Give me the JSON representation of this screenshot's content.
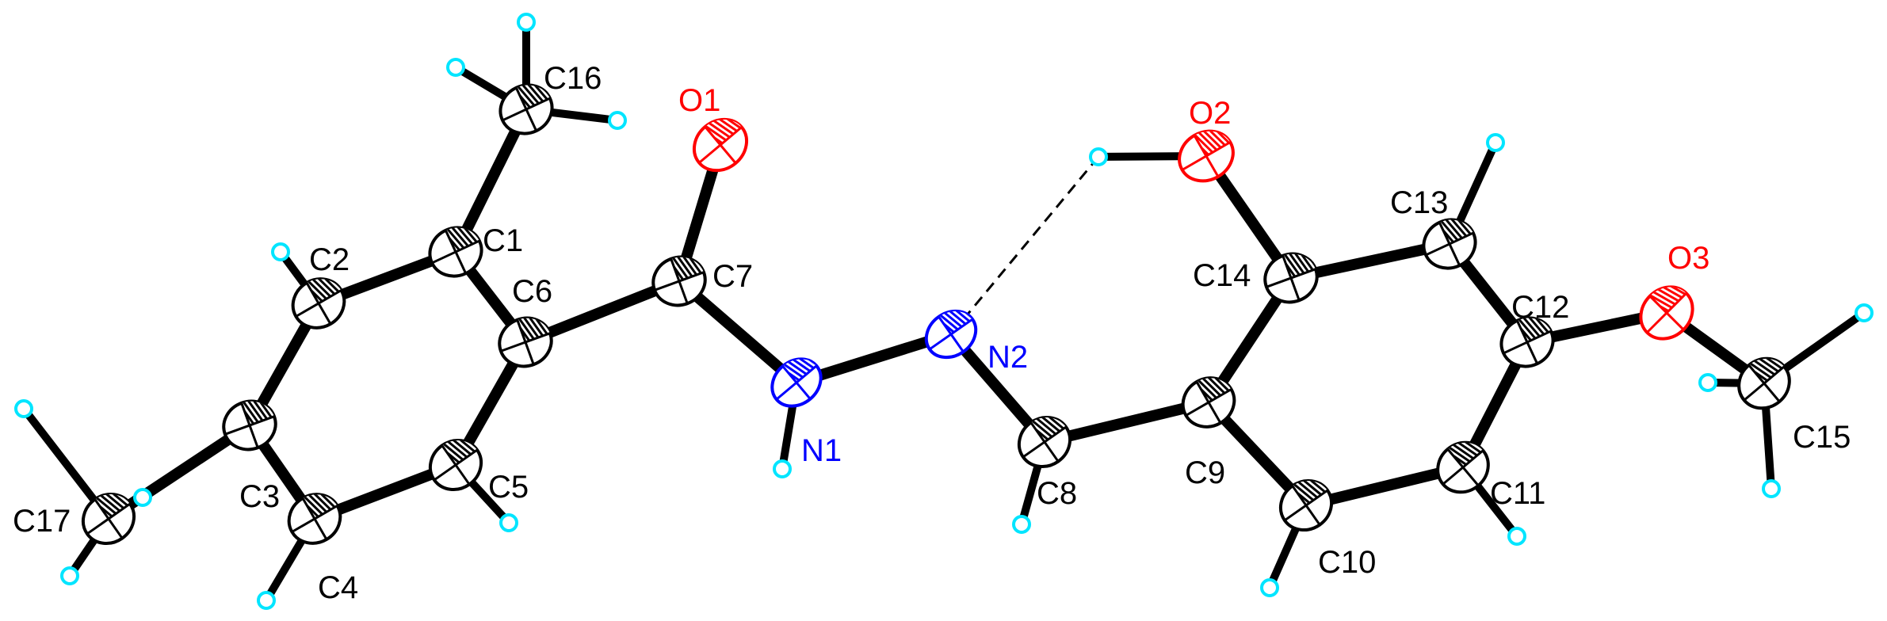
{
  "colors": {
    "carbon_outline": "#000000",
    "carbon_fill": "#ffffff",
    "oxygen": "#ff0000",
    "nitrogen": "#0000ff",
    "hydrogen_outline": "#00e5ff",
    "bond": "#000000",
    "label_default": "#000000",
    "label_oxygen": "#ff0000",
    "label_nitrogen": "#0000ff"
  },
  "atoms": [
    {
      "id": "C1",
      "element": "C",
      "label": "C1"
    },
    {
      "id": "C2",
      "element": "C",
      "label": "C2"
    },
    {
      "id": "C3",
      "element": "C",
      "label": "C3"
    },
    {
      "id": "C4",
      "element": "C",
      "label": "C4"
    },
    {
      "id": "C5",
      "element": "C",
      "label": "C5"
    },
    {
      "id": "C6",
      "element": "C",
      "label": "C6"
    },
    {
      "id": "C7",
      "element": "C",
      "label": "C7"
    },
    {
      "id": "C8",
      "element": "C",
      "label": "C8"
    },
    {
      "id": "C9",
      "element": "C",
      "label": "C9"
    },
    {
      "id": "C10",
      "element": "C",
      "label": "C10"
    },
    {
      "id": "C11",
      "element": "C",
      "label": "C11"
    },
    {
      "id": "C12",
      "element": "C",
      "label": "C12"
    },
    {
      "id": "C13",
      "element": "C",
      "label": "C13"
    },
    {
      "id": "C14",
      "element": "C",
      "label": "C14"
    },
    {
      "id": "C15",
      "element": "C",
      "label": "C15"
    },
    {
      "id": "C16",
      "element": "C",
      "label": "C16"
    },
    {
      "id": "C17",
      "element": "C",
      "label": "C17"
    },
    {
      "id": "O1",
      "element": "O",
      "label": "O1"
    },
    {
      "id": "O2",
      "element": "O",
      "label": "O2"
    },
    {
      "id": "O3",
      "element": "O",
      "label": "O3"
    },
    {
      "id": "N1",
      "element": "N",
      "label": "N1"
    },
    {
      "id": "N2",
      "element": "N",
      "label": "N2"
    }
  ],
  "bonds": [
    [
      "C1",
      "C2"
    ],
    [
      "C2",
      "C3"
    ],
    [
      "C3",
      "C4"
    ],
    [
      "C4",
      "C5"
    ],
    [
      "C5",
      "C6"
    ],
    [
      "C6",
      "C1"
    ],
    [
      "C1",
      "C16"
    ],
    [
      "C3",
      "C17"
    ],
    [
      "C6",
      "C7"
    ],
    [
      "C7",
      "O1"
    ],
    [
      "C7",
      "N1"
    ],
    [
      "N1",
      "N2"
    ],
    [
      "N2",
      "C8"
    ],
    [
      "C8",
      "C9"
    ],
    [
      "C9",
      "C10"
    ],
    [
      "C10",
      "C11"
    ],
    [
      "C11",
      "C12"
    ],
    [
      "C12",
      "C13"
    ],
    [
      "C13",
      "C14"
    ],
    [
      "C14",
      "C9"
    ],
    [
      "C14",
      "O2"
    ],
    [
      "C12",
      "O3"
    ],
    [
      "O3",
      "C15"
    ]
  ],
  "hydrogen_bond": {
    "from": "H_O2",
    "to": "N2",
    "style": "dashed"
  }
}
